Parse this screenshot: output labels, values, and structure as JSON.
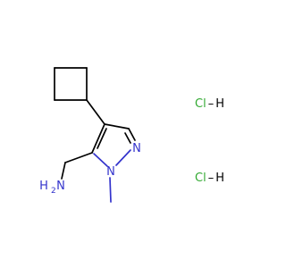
{
  "molecule": {
    "atom_labels": {
      "ring_n2": "N",
      "ring_n1": "N",
      "amine_n": "N",
      "amine_h": "H",
      "amine_h_count": "2"
    },
    "salts": [
      {
        "element": "Cl",
        "bond": "–",
        "partner": "H"
      },
      {
        "element": "Cl",
        "bond": "–",
        "partner": "H"
      }
    ]
  },
  "colors": {
    "bond": "#000000",
    "nitrogen": "#3333cc",
    "chlorine": "#33aa33",
    "hydrogen": "#000000",
    "background": "#ffffff"
  }
}
